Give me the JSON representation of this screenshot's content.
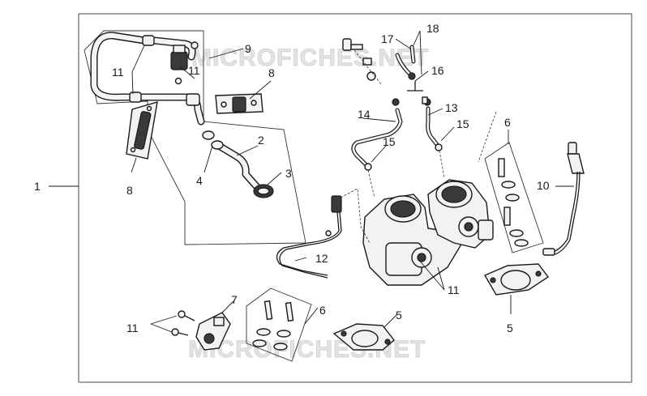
{
  "watermark": {
    "top": "MICROFICHES.NET",
    "bottom": "MICROFICHES.NET"
  },
  "callouts": {
    "c1": "1",
    "c2": "2",
    "c3": "3",
    "c4": "4",
    "c5a": "5",
    "c5b": "5",
    "c6a": "6",
    "c6b": "6",
    "c7": "7",
    "c8a": "8",
    "c8b": "8",
    "c9": "9",
    "c10": "10",
    "c11a": "11",
    "c11b": "11",
    "c11c": "11",
    "c11d": "11",
    "c12": "12",
    "c13": "13",
    "c14": "14",
    "c15a": "15",
    "c15b": "15",
    "c16": "16",
    "c17": "17",
    "c18": "18"
  }
}
